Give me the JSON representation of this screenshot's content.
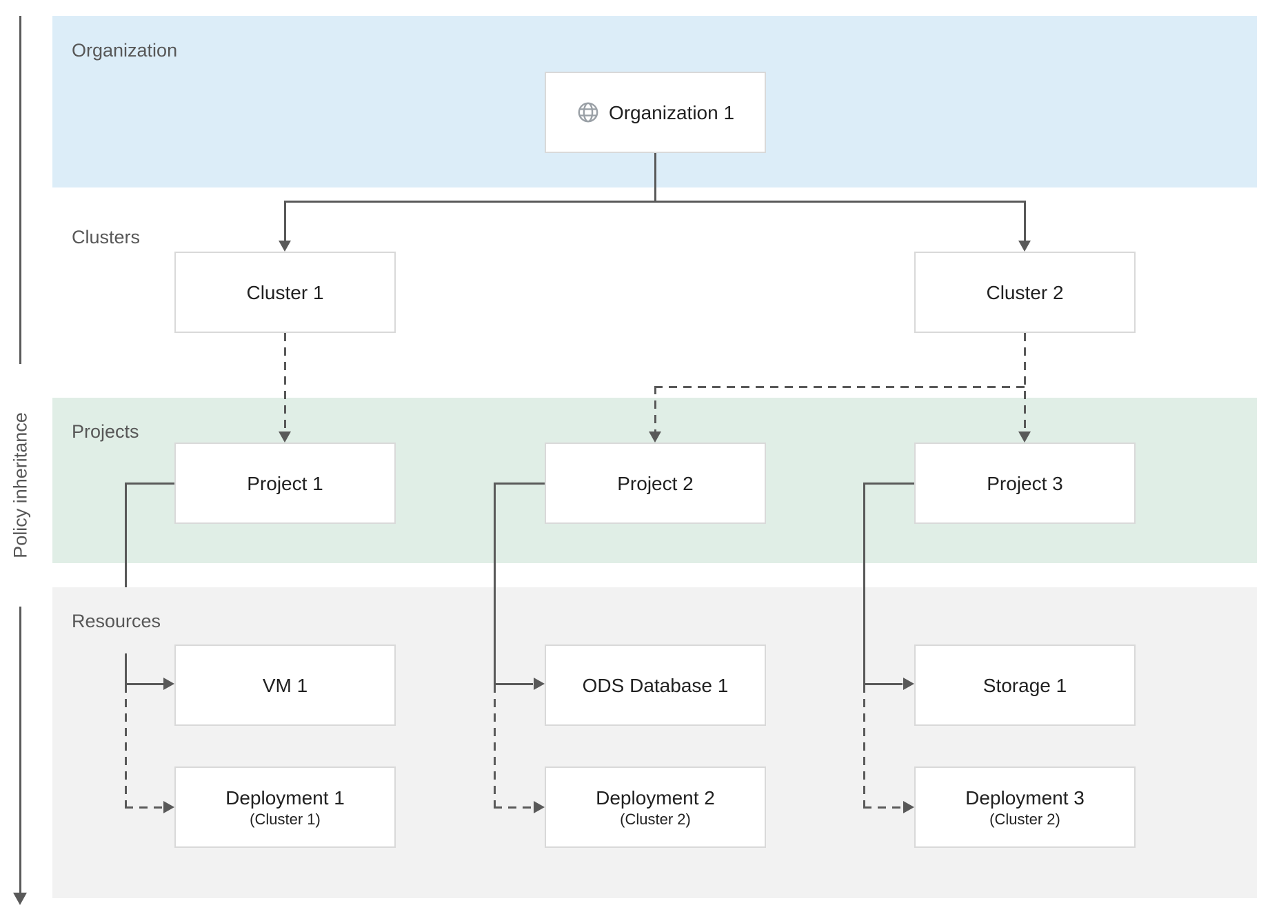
{
  "diagram": {
    "policy_axis_label": "Policy inheritance",
    "bands": {
      "organization": {
        "label": "Organization",
        "bg": "#dcedf8"
      },
      "clusters": {
        "label": "Clusters",
        "bg": "#ffffff"
      },
      "projects": {
        "label": "Projects",
        "bg": "#e0eee6"
      },
      "resources": {
        "label": "Resources",
        "bg": "#f2f2f2"
      }
    },
    "nodes": {
      "organization1": {
        "label": "Organization 1",
        "icon": "globe-icon"
      },
      "cluster1": {
        "label": "Cluster 1"
      },
      "cluster2": {
        "label": "Cluster 2"
      },
      "project1": {
        "label": "Project 1"
      },
      "project2": {
        "label": "Project 2"
      },
      "project3": {
        "label": "Project 3"
      },
      "vm1": {
        "label": "VM 1"
      },
      "ods_database1": {
        "label": "ODS Database 1"
      },
      "storage1": {
        "label": "Storage 1"
      },
      "deployment1": {
        "label": "Deployment 1",
        "sublabel": "(Cluster 1)"
      },
      "deployment2": {
        "label": "Deployment 2",
        "sublabel": "(Cluster 2)"
      },
      "deployment3": {
        "label": "Deployment 3",
        "sublabel": "(Cluster 2)"
      }
    },
    "colors": {
      "line": "#595959",
      "box_border": "#d9d9d9",
      "box_text": "#212121",
      "band_label_text": "#575757",
      "globe_icon": "#9aa0a6"
    }
  }
}
